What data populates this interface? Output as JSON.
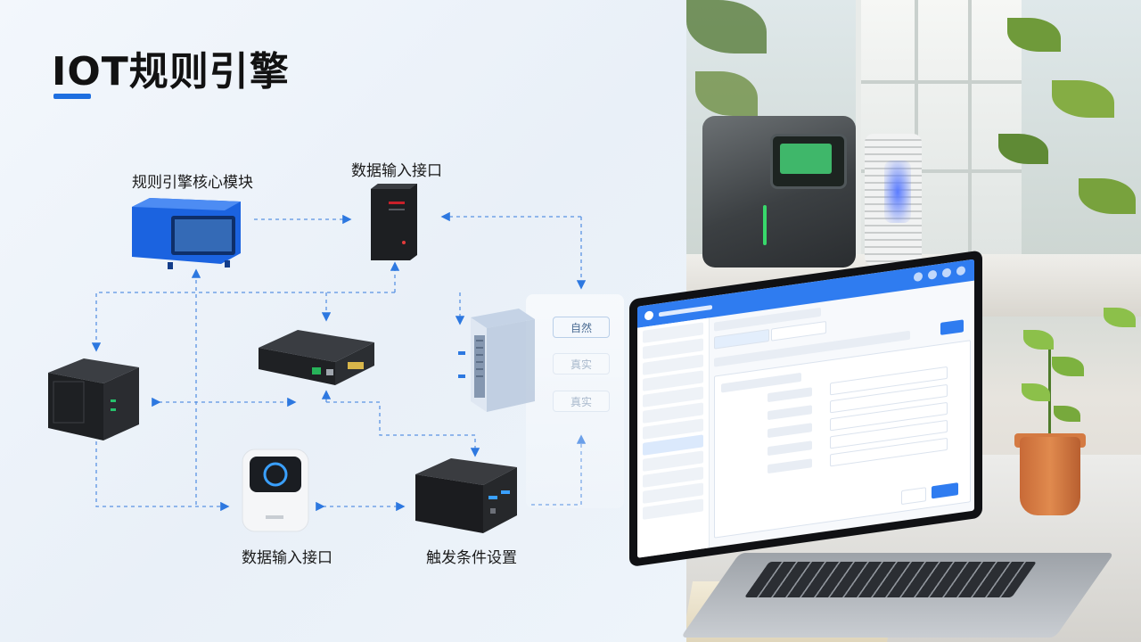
{
  "title": "IOT规则引擎",
  "accent_color": "#1e6fe0",
  "labels": {
    "core": "规则引擎核心模块",
    "input_top": "数据输入接口",
    "input_bottom": "数据输入接口",
    "trigger": "触发条件设置"
  },
  "tags": [
    "自然",
    "真实",
    "真实"
  ],
  "devices": [
    {
      "name": "blue-core-module-device"
    },
    {
      "name": "tower-server-device"
    },
    {
      "name": "mini-pc-device"
    },
    {
      "name": "cube-server-device"
    },
    {
      "name": "storage-rack-device"
    },
    {
      "name": "white-terminal-device"
    },
    {
      "name": "black-gateway-device"
    }
  ]
}
